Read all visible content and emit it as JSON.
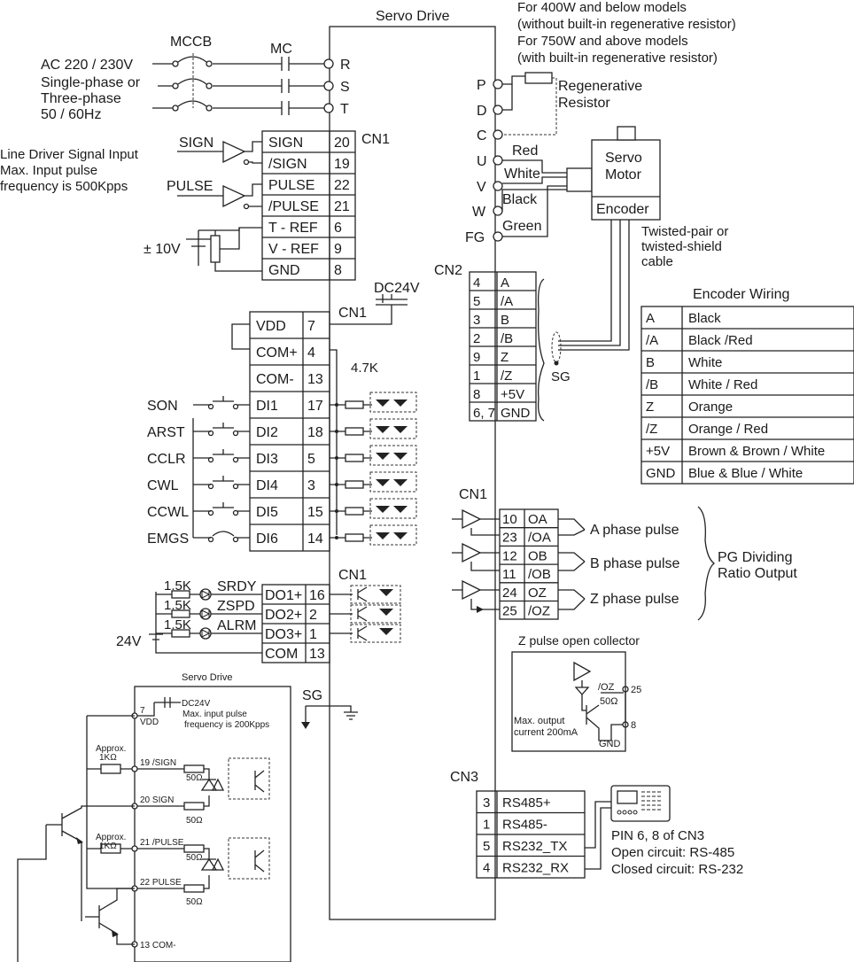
{
  "titles": {
    "servo_drive": "Servo Drive",
    "cn1": "CN1",
    "cn2": "CN2",
    "cn3": "CN3",
    "cn1_2": "CN1",
    "cn1_3": "CN1",
    "cn1_4": "CN1"
  },
  "power": {
    "mccb": "MCCB",
    "mc": "MC",
    "lines": [
      "AC 220 / 230V",
      "Single-phase or",
      "Three-phase",
      "50 / 60Hz"
    ],
    "terminals": [
      "R",
      "S",
      "T"
    ]
  },
  "regen": {
    "note_lines": [
      "For 400W and below models",
      "(without built-in regenerative resistor)",
      "For 750W and above models",
      "(with built-in regenerative resistor)"
    ],
    "terminals": [
      "P",
      "D",
      "C"
    ],
    "label_lines": [
      "Regenerative",
      "Resistor"
    ]
  },
  "motor": {
    "terminals": [
      "U",
      "V",
      "W",
      "FG"
    ],
    "wires": [
      "Red",
      "White",
      "Black",
      "Green"
    ],
    "label_lines": [
      "Servo",
      "Motor"
    ],
    "encoder": "Encoder",
    "cable_lines": [
      "Twisted-pair or",
      "twisted-shield",
      "cable"
    ]
  },
  "pulse_input": {
    "line_driver_lines": [
      "Line Driver Signal Input",
      "Max. Input pulse",
      "frequency is 500Kpps"
    ],
    "sign": "SIGN",
    "pulse": "PULSE",
    "voltage": "± 10V",
    "rows": [
      {
        "name": "SIGN",
        "pin": "20"
      },
      {
        "name": "/SIGN",
        "pin": "19"
      },
      {
        "name": "PULSE",
        "pin": "22"
      },
      {
        "name": "/PULSE",
        "pin": "21"
      },
      {
        "name": "T - REF",
        "pin": "6"
      },
      {
        "name": "V - REF",
        "pin": "9"
      },
      {
        "name": "GND",
        "pin": "8"
      }
    ]
  },
  "digital_input": {
    "dc24v": "DC24V",
    "resistor": "4.7K",
    "rows": [
      {
        "name": "VDD",
        "pin": "7",
        "signal": ""
      },
      {
        "name": "COM+",
        "pin": "4",
        "signal": ""
      },
      {
        "name": "COM-",
        "pin": "13",
        "signal": ""
      },
      {
        "name": "DI1",
        "pin": "17",
        "signal": "SON"
      },
      {
        "name": "DI2",
        "pin": "18",
        "signal": "ARST"
      },
      {
        "name": "DI3",
        "pin": "5",
        "signal": "CCLR"
      },
      {
        "name": "DI4",
        "pin": "3",
        "signal": "CWL"
      },
      {
        "name": "DI5",
        "pin": "15",
        "signal": "CCWL"
      },
      {
        "name": "DI6",
        "pin": "14",
        "signal": "EMGS"
      }
    ]
  },
  "digital_output": {
    "voltage": "24V",
    "rows": [
      {
        "name": "DO1+",
        "pin": "16",
        "signal": "SRDY",
        "res": "1.5K"
      },
      {
        "name": "DO2+",
        "pin": "2",
        "signal": "ZSPD",
        "res": "1.5K"
      },
      {
        "name": "DO3+",
        "pin": "1",
        "signal": "ALRM",
        "res": "1.5K"
      },
      {
        "name": "COM",
        "pin": "13",
        "signal": "",
        "res": ""
      }
    ]
  },
  "encoder": {
    "rows": [
      {
        "pin": "4",
        "name": "A"
      },
      {
        "pin": "5",
        "name": "/A"
      },
      {
        "pin": "3",
        "name": "B"
      },
      {
        "pin": "2",
        "name": "/B"
      },
      {
        "pin": "9",
        "name": "Z"
      },
      {
        "pin": "1",
        "name": "/Z"
      },
      {
        "pin": "8",
        "name": "+5V"
      },
      {
        "pin": "6, 7",
        "name": "GND"
      }
    ],
    "sg": "SG",
    "wiring_title": "Encoder Wiring",
    "wiring": [
      {
        "sig": "A",
        "color": "Black"
      },
      {
        "sig": "/A",
        "color": "Black /Red"
      },
      {
        "sig": "B",
        "color": "White"
      },
      {
        "sig": "/B",
        "color": "White / Red"
      },
      {
        "sig": "Z",
        "color": "Orange"
      },
      {
        "sig": "/Z",
        "color": "Orange / Red"
      },
      {
        "sig": "+5V",
        "color": "Brown & Brown / White"
      },
      {
        "sig": "GND",
        "color": "Blue & Blue / White"
      }
    ]
  },
  "pg_output": {
    "rows": [
      {
        "pin": "10",
        "name": "OA"
      },
      {
        "pin": "23",
        "name": "/OA"
      },
      {
        "pin": "12",
        "name": "OB"
      },
      {
        "pin": "11",
        "name": "/OB"
      },
      {
        "pin": "24",
        "name": "OZ"
      },
      {
        "pin": "25",
        "name": "/OZ"
      }
    ],
    "phases": [
      "A phase pulse",
      "B phase pulse",
      "Z phase pulse"
    ],
    "ratio_lines": [
      "PG Dividing",
      "Ratio Output"
    ]
  },
  "z_open_collector": {
    "title": "Z pulse open collector",
    "oz": "/OZ",
    "res": "50Ω",
    "pin25": "25",
    "pin8": "8",
    "max_lines": [
      "Max. output",
      "current 200mA"
    ],
    "gnd": "GND"
  },
  "sg_ground": "SG",
  "cn3": {
    "rows": [
      {
        "pin": "3",
        "name": "RS485+"
      },
      {
        "pin": "1",
        "name": "RS485-"
      },
      {
        "pin": "5",
        "name": "RS232_TX"
      },
      {
        "pin": "4",
        "name": "RS232_RX"
      }
    ],
    "note_lines": [
      "PIN 6, 8 of CN3",
      "Open circuit: RS-485",
      "Closed circuit: RS-232"
    ]
  },
  "inset": {
    "title": "Servo Drive",
    "dc24v": "DC24V",
    "max_lines": [
      "Max. input pulse",
      "frequency is 200Kpps"
    ],
    "vdd_pin": "7",
    "vdd": "VDD",
    "approx": "Approx.",
    "kohm": "1KΩ",
    "sign_n": "19 /SIGN",
    "sign": "20 SIGN",
    "pulse_n": "21 /PULSE",
    "pulse": "22 PULSE",
    "com": "13 COM-",
    "r50": "50Ω"
  }
}
